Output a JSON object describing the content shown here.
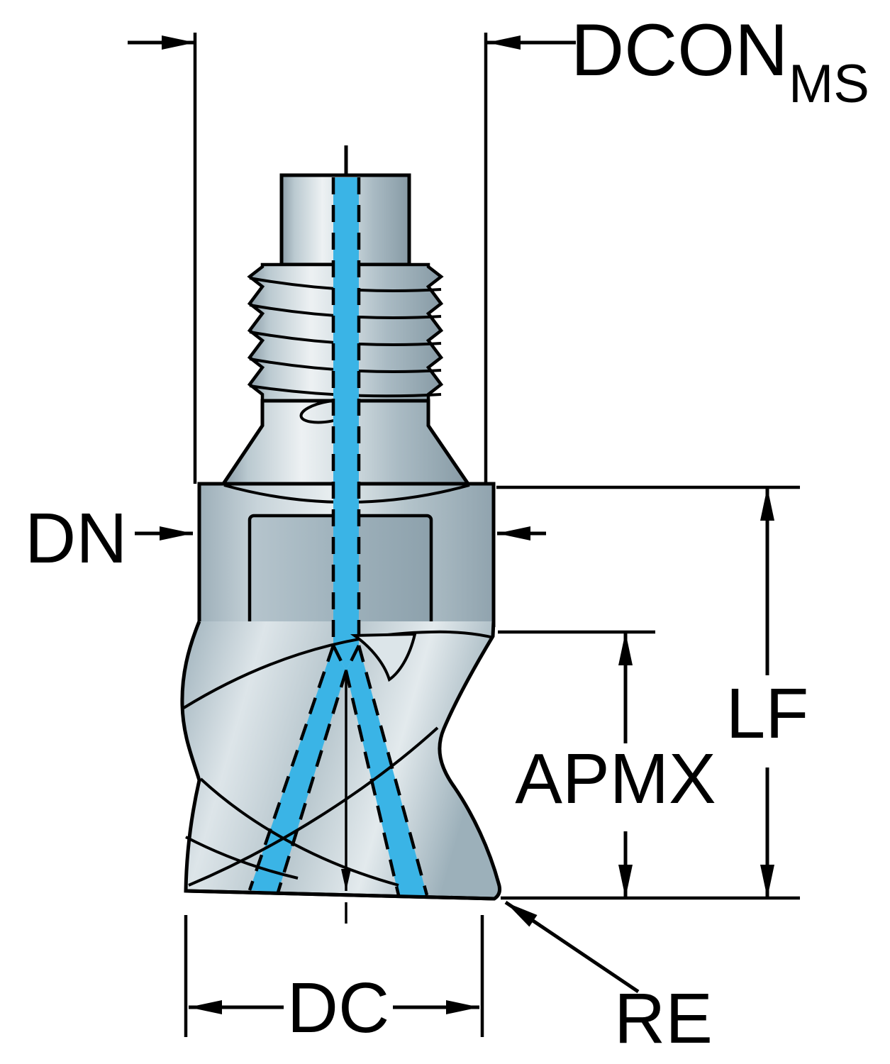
{
  "diagram": {
    "type": "technical-dimension-drawing",
    "subject": "exchangeable-head milling cutter with internal coolant channels",
    "labels": {
      "dcon": "DCON",
      "dcon_subscript": "MS",
      "dn": "DN",
      "lf": "LF",
      "apmx": "APMX",
      "dc": "DC",
      "re": "RE"
    },
    "colors": {
      "coolant": "#3ab4e6",
      "outline": "#000000",
      "background": "#ffffff"
    }
  }
}
